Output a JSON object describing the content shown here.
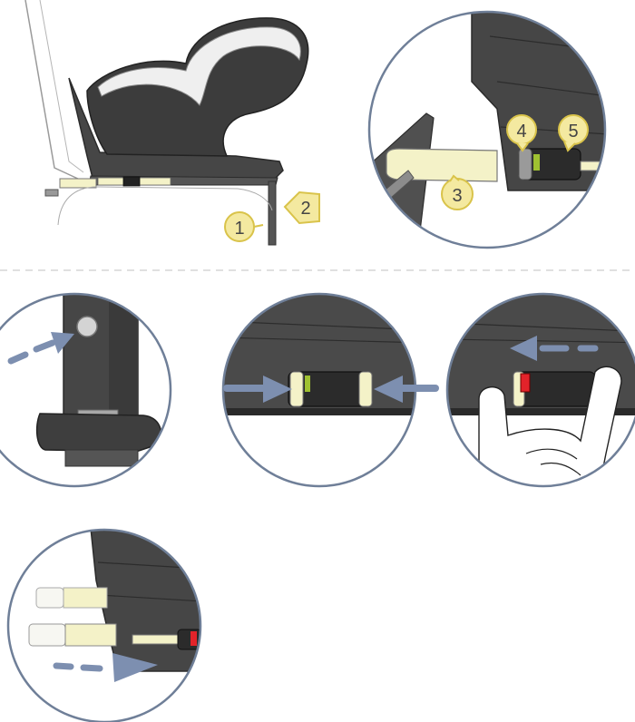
{
  "callouts": {
    "c1": "1",
    "c2": "2",
    "c3": "3",
    "c4": "4",
    "c5": "5"
  },
  "colors": {
    "seat_dark": "#464646",
    "seat_shell": "#3c3c3c",
    "cushion_light": "#efefef",
    "rail_yellow": "#f4f2c8",
    "callout_yellow": "#f4e9a0",
    "callout_stroke": "#d9c34a",
    "arrow_blue": "#7d8fb0",
    "indicator_green": "#9fc131",
    "indicator_red": "#e2232a",
    "circle_stroke": "#6f7f98",
    "divider": "#d6d6d6"
  },
  "icons": {
    "press_arrow": "arrow-right-icon",
    "release_arrow": "arrow-left-icon",
    "slide_arrow": "arrow-right-icon",
    "hand": "hand-icon",
    "button": "release-button-icon"
  }
}
